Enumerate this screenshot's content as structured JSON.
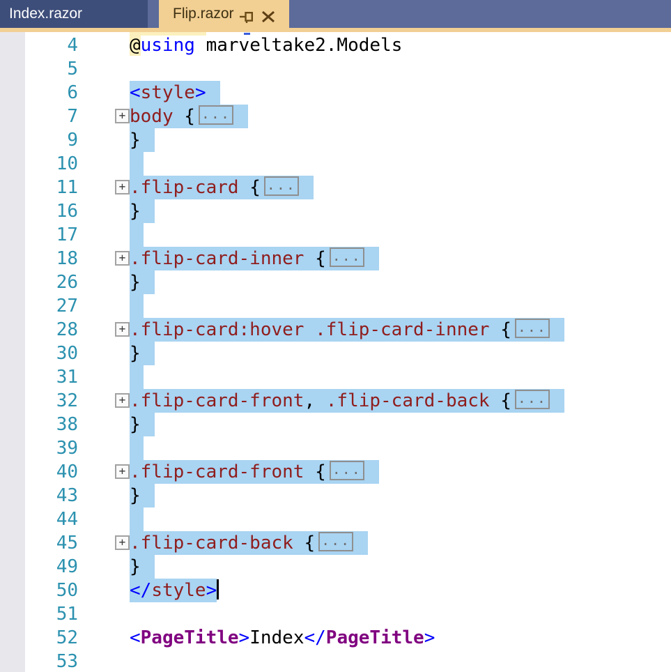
{
  "window": {
    "app": "Visual Studio editor"
  },
  "tabs": {
    "items": [
      {
        "label": "Index.razor",
        "state": "inactive"
      },
      {
        "label": "Flip.razor",
        "state": "active-provisional",
        "icons": [
          "pin-icon",
          "close-icon"
        ]
      }
    ]
  },
  "colors": {
    "tabbar_bg": "#5C6B99",
    "tab_inactive_bg": "#3E4E7A",
    "tab_active_bg": "#F2CF93",
    "selection": "#A9D4F2",
    "line_number": "#2B91AF",
    "keyword_blue": "#0101FD",
    "selector_maroon": "#8F1D1D",
    "component_purple": "#800080",
    "razor_at_highlight": "#FBF0BD"
  },
  "editor": {
    "lines": [
      {
        "num": "4",
        "sel": false,
        "segments": [
          {
            "t": "@",
            "c": "at"
          },
          {
            "t": "using",
            "c": "kw"
          },
          {
            "t": " marveltake2.Models",
            "c": "plain"
          }
        ]
      },
      {
        "num": "5",
        "sel": false,
        "segments": []
      },
      {
        "num": "6",
        "sel": true,
        "stub": true,
        "segments": [
          {
            "t": "<",
            "c": "kw"
          },
          {
            "t": "style",
            "c": "tag"
          },
          {
            "t": ">",
            "c": "kw"
          }
        ]
      },
      {
        "num": "7",
        "sel": true,
        "stub": true,
        "fold": true,
        "box": true,
        "segments": [
          {
            "t": "body",
            "c": "tag"
          },
          {
            "t": " {",
            "c": "plain"
          }
        ]
      },
      {
        "num": "9",
        "sel": true,
        "stub": true,
        "segments": [
          {
            "t": "}",
            "c": "plain"
          }
        ]
      },
      {
        "num": "10",
        "sel": true,
        "stub": true,
        "segments": []
      },
      {
        "num": "11",
        "sel": true,
        "stub": true,
        "fold": true,
        "box": true,
        "segments": [
          {
            "t": ".flip-card",
            "c": "tag"
          },
          {
            "t": " {",
            "c": "plain"
          }
        ]
      },
      {
        "num": "16",
        "sel": true,
        "stub": true,
        "segments": [
          {
            "t": "}",
            "c": "plain"
          }
        ]
      },
      {
        "num": "17",
        "sel": true,
        "stub": true,
        "segments": []
      },
      {
        "num": "18",
        "sel": true,
        "stub": true,
        "fold": true,
        "box": true,
        "segments": [
          {
            "t": ".flip-card-inner",
            "c": "tag"
          },
          {
            "t": " {",
            "c": "plain"
          }
        ]
      },
      {
        "num": "26",
        "sel": true,
        "stub": true,
        "segments": [
          {
            "t": "}",
            "c": "plain"
          }
        ]
      },
      {
        "num": "27",
        "sel": true,
        "stub": true,
        "segments": []
      },
      {
        "num": "28",
        "sel": true,
        "stub": true,
        "fold": true,
        "box": true,
        "segments": [
          {
            "t": ".flip-card:hover .flip-card-inner",
            "c": "tag"
          },
          {
            "t": " {",
            "c": "plain"
          }
        ]
      },
      {
        "num": "30",
        "sel": true,
        "stub": true,
        "segments": [
          {
            "t": "}",
            "c": "plain"
          }
        ]
      },
      {
        "num": "31",
        "sel": true,
        "stub": true,
        "segments": []
      },
      {
        "num": "32",
        "sel": true,
        "stub": true,
        "fold": true,
        "box": true,
        "segments": [
          {
            "t": ".flip-card-front",
            "c": "tag"
          },
          {
            "t": ",",
            "c": "plain"
          },
          {
            "t": " ",
            "c": "plain"
          },
          {
            "t": ".flip-card-back",
            "c": "tag"
          },
          {
            "t": " {",
            "c": "plain"
          }
        ]
      },
      {
        "num": "38",
        "sel": true,
        "stub": true,
        "segments": [
          {
            "t": "}",
            "c": "plain"
          }
        ]
      },
      {
        "num": "39",
        "sel": true,
        "stub": true,
        "segments": []
      },
      {
        "num": "40",
        "sel": true,
        "stub": true,
        "fold": true,
        "box": true,
        "segments": [
          {
            "t": ".flip-card-front",
            "c": "tag"
          },
          {
            "t": " {",
            "c": "plain"
          }
        ]
      },
      {
        "num": "43",
        "sel": true,
        "stub": true,
        "segments": [
          {
            "t": "}",
            "c": "plain"
          }
        ]
      },
      {
        "num": "44",
        "sel": true,
        "stub": true,
        "segments": []
      },
      {
        "num": "45",
        "sel": true,
        "stub": true,
        "fold": true,
        "box": true,
        "segments": [
          {
            "t": ".flip-card-back",
            "c": "tag"
          },
          {
            "t": " {",
            "c": "plain"
          }
        ]
      },
      {
        "num": "49",
        "sel": true,
        "stub": true,
        "segments": [
          {
            "t": "}",
            "c": "plain"
          }
        ]
      },
      {
        "num": "50",
        "sel": true,
        "stub": false,
        "caret": true,
        "segments": [
          {
            "t": "</",
            "c": "kw"
          },
          {
            "t": "style",
            "c": "tag"
          },
          {
            "t": ">",
            "c": "kw"
          }
        ]
      },
      {
        "num": "51",
        "sel": false,
        "segments": []
      },
      {
        "num": "52",
        "sel": false,
        "segments": [
          {
            "t": "<",
            "c": "kw"
          },
          {
            "t": "PageTitle",
            "c": "cmp"
          },
          {
            "t": ">",
            "c": "kw"
          },
          {
            "t": "Index",
            "c": "plain"
          },
          {
            "t": "</",
            "c": "kw"
          },
          {
            "t": "PageTitle",
            "c": "cmp"
          },
          {
            "t": ">",
            "c": "kw"
          }
        ]
      },
      {
        "num": "53",
        "sel": false,
        "segments": []
      }
    ],
    "collapsed_region_label": "...",
    "fold_button_label": "+"
  }
}
